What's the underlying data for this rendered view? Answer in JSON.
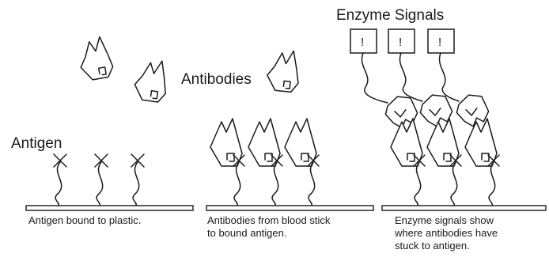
{
  "labels": {
    "antigen": "Antigen",
    "antibodies": "Antibodies",
    "enzyme_signals": "Enzyme Signals",
    "signal_symbol": "!"
  },
  "panels": [
    {
      "caption_lines": [
        "Antigen bound to plastic."
      ]
    },
    {
      "caption_lines": [
        "Antibodies from blood stick",
        "to bound antigen."
      ]
    },
    {
      "caption_lines": [
        "Enzyme signals show",
        "where antibodies have",
        "stuck to antigen."
      ]
    }
  ]
}
